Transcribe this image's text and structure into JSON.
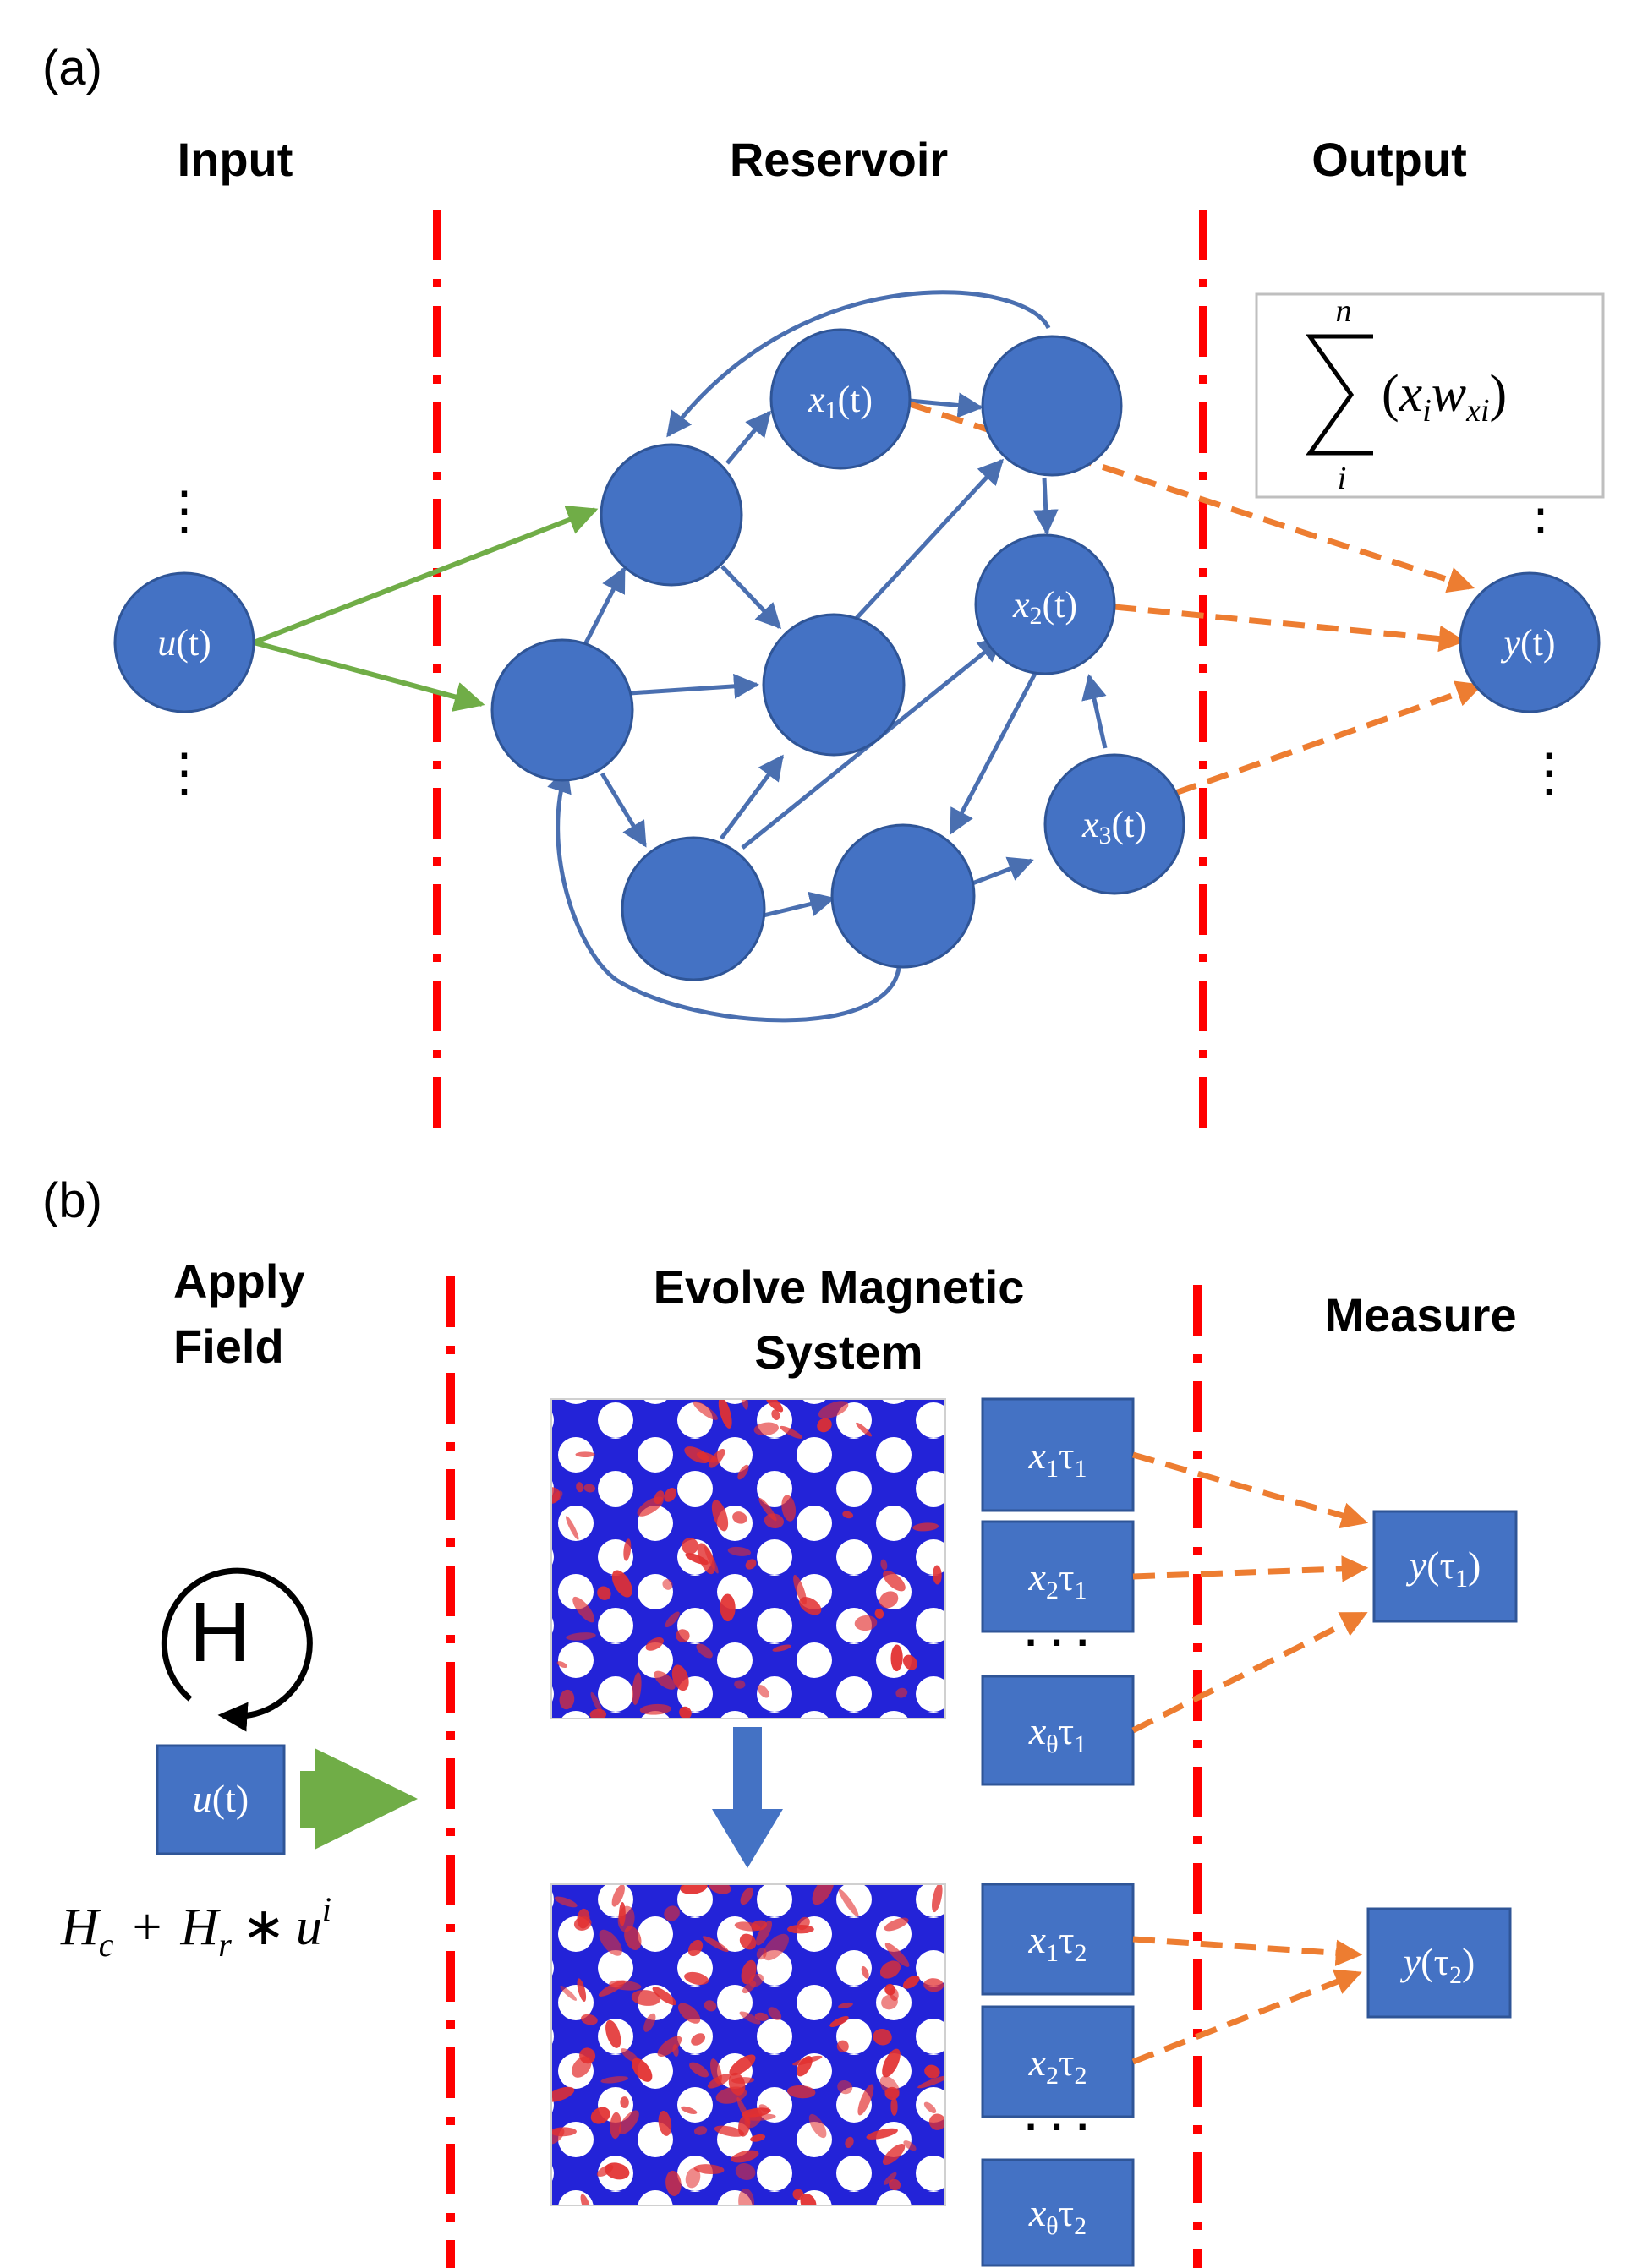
{
  "panel_a": {
    "label": "(a)",
    "headers": {
      "input": "Input",
      "reservoir": "Reservoir",
      "output": "Output"
    },
    "input_node": {
      "var": "u",
      "arg": "(t)"
    },
    "nodes": {
      "x1": {
        "var": "x",
        "sub": "1",
        "arg": "(t)"
      },
      "x2": {
        "var": "x",
        "sub": "2",
        "arg": "(t)"
      },
      "x3": {
        "var": "x",
        "sub": "3",
        "arg": "(t)"
      }
    },
    "output_node": {
      "var": "y",
      "arg": "(t)"
    },
    "sum_formula": {
      "upper": "n",
      "lower": "i",
      "open": "(",
      "x": "x",
      "x_sub": "i",
      "w": "w",
      "w_sub": "xi",
      "close": ")"
    },
    "ellipsis": "⋮"
  },
  "panel_b": {
    "label": "(b)",
    "headers": {
      "apply_line1": "Apply",
      "apply_line2": "Field",
      "evolve_line1": "Evolve Magnetic",
      "evolve_line2": "System",
      "measure": "Measure"
    },
    "h_symbol": "H",
    "input_box": {
      "var": "u",
      "arg": "(t)"
    },
    "field_formula": {
      "h1": "H",
      "h1_sub": "c",
      "plus": "+",
      "h2": "H",
      "h2_sub": "r",
      "times": "∗",
      "u": "u",
      "u_sup": "i"
    },
    "group1": {
      "states": [
        {
          "var": "x",
          "sub": "1",
          "tau": "τ",
          "tau_sub": "1"
        },
        {
          "var": "x",
          "sub": "2",
          "tau": "τ",
          "tau_sub": "1"
        },
        {
          "var": "x",
          "sub": "θ",
          "tau": "τ",
          "tau_sub": "1"
        }
      ],
      "output": {
        "var": "y",
        "open": "(",
        "tau": "τ",
        "tau_sub": "1",
        "close": ")"
      }
    },
    "group2": {
      "states": [
        {
          "var": "x",
          "sub": "1",
          "tau": "τ",
          "tau_sub": "2"
        },
        {
          "var": "x",
          "sub": "2",
          "tau": "τ",
          "tau_sub": "2"
        },
        {
          "var": "x",
          "sub": "θ",
          "tau": "τ",
          "tau_sub": "2"
        }
      ],
      "output": {
        "var": "y",
        "open": "(",
        "tau": "τ",
        "tau_sub": "2",
        "close": ")"
      }
    },
    "dots": "· · ·"
  },
  "colors": {
    "node_fill": "#4472C4",
    "node_stroke": "#2F5597",
    "edge": "#4A6FB0",
    "input_edge": "#70AD47",
    "readout": "#ED7D31",
    "divider": "#FF0000",
    "mag_blue": "#2323D8",
    "mag_red": "#E23030"
  }
}
